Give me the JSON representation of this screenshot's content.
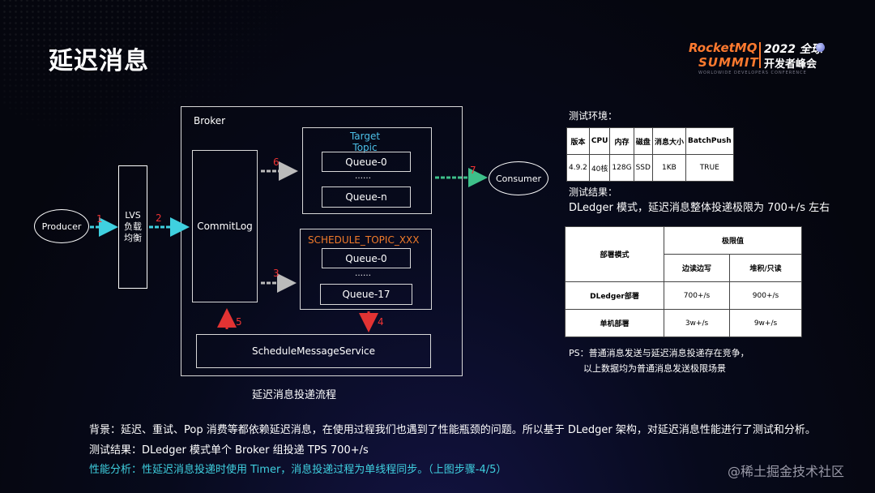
{
  "title": "延迟消息",
  "logo": {
    "brand_line1": "RocketMQ",
    "brand_line2": "SUMMIT",
    "event_line1": "2022 全球",
    "event_line2": "开发者峰会",
    "tagline": "WORLDWIDE DEVELOPERS CONFERENCE"
  },
  "diagram": {
    "producer": "Producer",
    "lvs": "LVS\n负载\n均衡",
    "broker": "Broker",
    "commitlog": "CommitLog",
    "target_topic": "Target\nTopic",
    "target_q0": "Queue-0",
    "target_dots": "……",
    "target_qn": "Queue-n",
    "schedule_topic": "SCHEDULE_TOPIC_XXX",
    "sched_q0": "Queue-0",
    "sched_dots": "……",
    "sched_q17": "Queue-17",
    "service": "ScheduleMessageService",
    "consumer": "Consumer",
    "caption": "延迟消息投递流程",
    "steps": [
      "1",
      "2",
      "3",
      "4",
      "5",
      "6",
      "7"
    ]
  },
  "env": {
    "heading": "测试环境：",
    "headers": [
      "版本",
      "CPU",
      "内存",
      "磁盘",
      "消息大小",
      "BatchPush"
    ],
    "values": [
      "4.9.2",
      "40核",
      "128G",
      "SSD",
      "1KB",
      "TRUE"
    ]
  },
  "result": {
    "heading": "测试结果：",
    "text": "DLedger 模式，延迟消息整体投递极限为 700+/s 左右"
  },
  "limit_table": {
    "mode_header": "部署模式",
    "limit_header": "极限值",
    "sub1": "边读边写",
    "sub2": "堆积/只读",
    "rows": [
      {
        "mode": "DLedger部署",
        "v1": "700+/s",
        "v2": "900+/s"
      },
      {
        "mode": "单机部署",
        "v1": "3w+/s",
        "v2": "9w+/s"
      }
    ]
  },
  "ps": {
    "line1": "PS：普通消息发送与延迟消息投递存在竞争，",
    "line2": "以上数据均为普通消息发送极限场景"
  },
  "bottom": {
    "line1": "背景：延迟、重试、Pop 消费等都依赖延迟消息，在使用过程我们也遇到了性能瓶颈的问题。所以基于 DLedger 架构，对延迟消息性能进行了测试和分析。",
    "line2": "测试结果：DLedger 模式单个 Broker 组投递 TPS  700+/s",
    "line3": "性能分析：性延迟消息投递时使用 Timer，消息投递过程为单线程同步。（上图步骤-4/5）"
  },
  "watermark": "@稀土掘金技术社区",
  "colors": {
    "accent_cyan": "#3fd0e0",
    "step_red": "#e33333",
    "schedule_orange": "#f07a2a",
    "target_blue": "#4cc0e8"
  }
}
